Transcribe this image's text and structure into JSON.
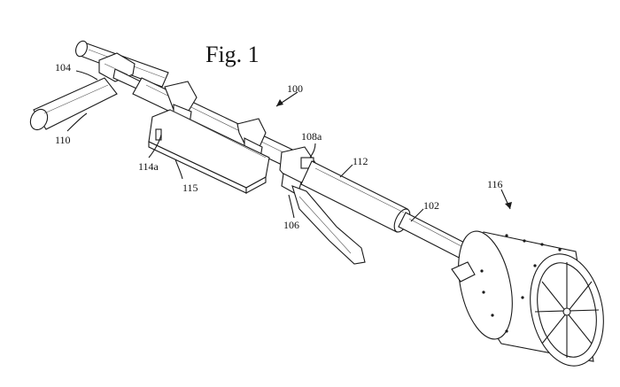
{
  "figure": {
    "title": "Fig. 1",
    "labels": {
      "l100": "100",
      "l104": "104",
      "l110": "110",
      "l114a": "114a",
      "l115": "115",
      "l108a": "108a",
      "l112": "112",
      "l106": "106",
      "l102": "102",
      "l116": "116"
    }
  }
}
